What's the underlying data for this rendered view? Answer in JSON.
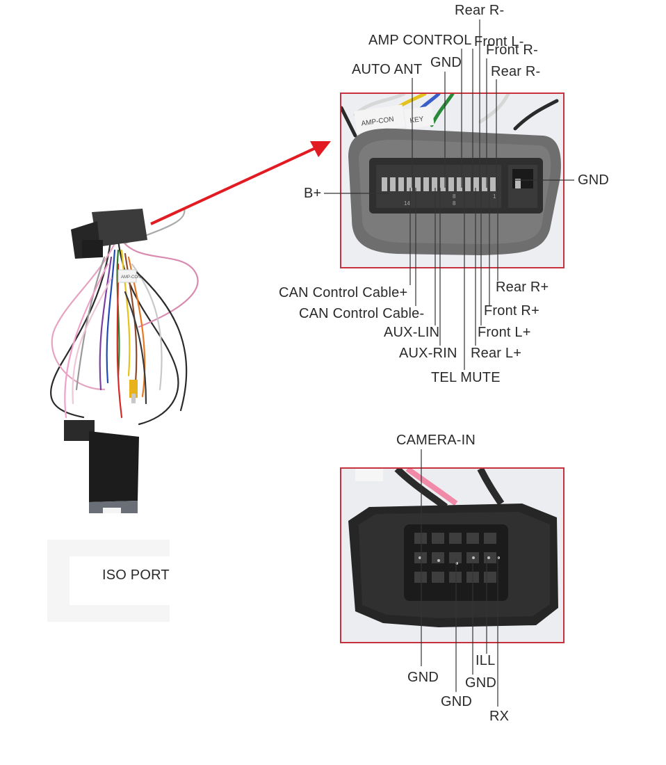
{
  "top_connector": {
    "top_labels": {
      "rear_r_minus_top": "Rear R-",
      "amp_control": "AMP CONTROL",
      "front_l_minus": "Front L-",
      "front_r_minus": "Front R-",
      "gnd": "GND",
      "rear_r_minus": "Rear R-",
      "auto_ant": "AUTO ANT"
    },
    "side_labels": {
      "b_plus": "B+",
      "gnd_right": "GND"
    },
    "bottom_labels": {
      "can_control_plus": "CAN Control Cable+",
      "can_control_minus": "CAN Control Cable-",
      "aux_lin": "AUX-LIN",
      "aux_rin": "AUX-RIN",
      "tel_mute": "TEL MUTE",
      "rear_r_plus": "Rear R+",
      "front_r_plus": "Front R+",
      "front_l_plus": "Front L+",
      "rear_l_plus": "Rear L+"
    },
    "connector_text": {
      "amp_con": "AMP-CON",
      "key": "KEY",
      "pin_14": "14",
      "pin_8a": "8",
      "pin_8b": "8",
      "pin_1": "1"
    }
  },
  "bottom_connector": {
    "camera_in": "CAMERA-IN",
    "gnd_1": "GND",
    "gnd_2": "GND",
    "ill": "ILL",
    "gnd_3": "GND",
    "rx": "RX"
  },
  "harness": {
    "iso_port": "ISO PORT",
    "tag_amp_con": "AMP-CON"
  },
  "colors": {
    "frame": "#c7313d",
    "arrow": "#e21b23",
    "leader": "#333333"
  }
}
